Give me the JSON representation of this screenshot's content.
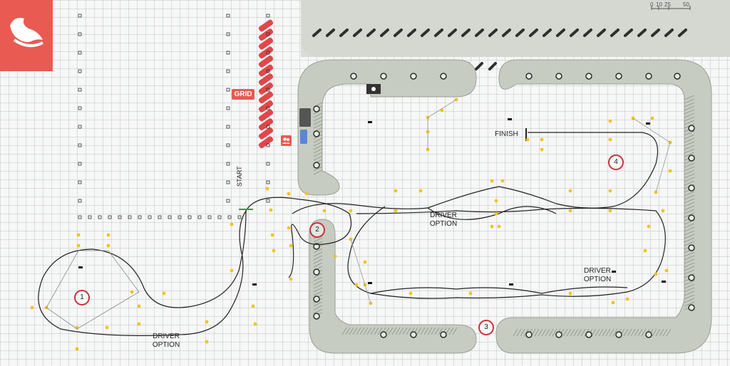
{
  "labels": {
    "grid": "GRID",
    "start": "START",
    "finish": "FINISH",
    "driver_option_1": "DRIVER\nOPTION",
    "driver_option_2": "DRIVER\nOPTION",
    "driver_option_3": "DRIVER\nOPTION"
  },
  "markers": [
    "1",
    "2",
    "3",
    "4"
  ],
  "scale": {
    "ticks": [
      "0",
      "10",
      "25",
      "50"
    ]
  },
  "icons": [
    "logo-icon",
    "camera-icon",
    "people-icon"
  ],
  "colors": {
    "accent": "#e85a52",
    "marker_ring": "#c8323a",
    "cone": "#f5c21a",
    "barrier": "#c9cec4",
    "tire": "#2b2f2b",
    "route": "#222222",
    "start_line": "#2e9e3e",
    "bus": "#5b86d6"
  }
}
